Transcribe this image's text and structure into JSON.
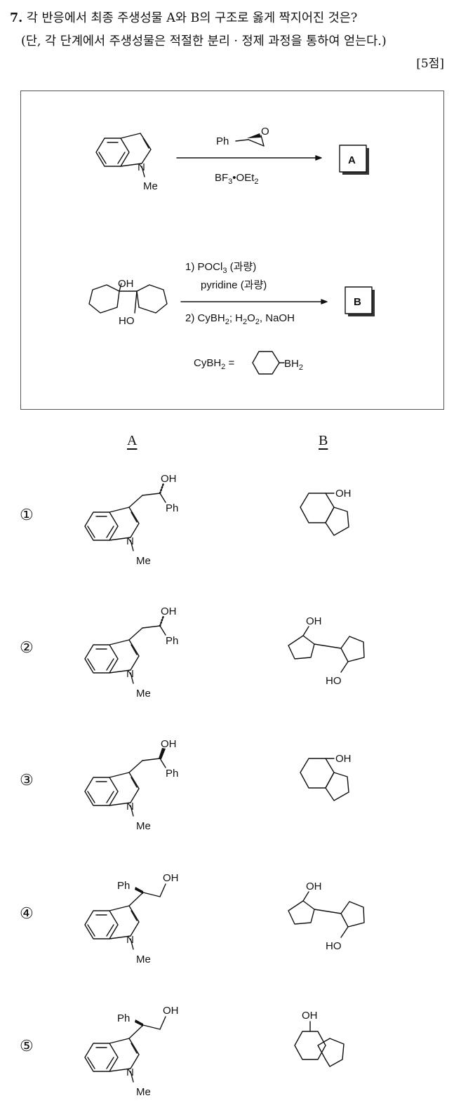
{
  "question": {
    "number": "7.",
    "line1": "각 반응에서 최종 주생성물 A와 B의 구조로 옳게 짝지어진 것은?",
    "line2": "(단, 각 단계에서 주생성물은 적절한 분리 · 정제 과정을 통하여 얻는다.)",
    "points": "[5점]"
  },
  "scheme": {
    "reaction1": {
      "substituent": "Me",
      "n_label": "N",
      "reagent_top": "Ph",
      "epoxide_o": "O",
      "reagent_bottom_main": "BF",
      "reagent_bottom_sub": "3",
      "reagent_bottom_rest": "•OEt",
      "reagent_bottom_sub2": "2",
      "product": "A"
    },
    "reaction2": {
      "oh_top": "OH",
      "oh_bottom": "HO",
      "step1_a": "1) POCl",
      "step1_sub": "3",
      "step1_b": " (과량)",
      "step1_line2": "pyridine (과량)",
      "step2_a": "2) CyBH",
      "step2_sub": "2",
      "step2_b": "; H",
      "step2_sub2": "2",
      "step2_c": "O",
      "step2_sub3": "2",
      "step2_d": ", NaOH",
      "product": "B",
      "cy_def_a": "CyBH",
      "cy_def_sub": "2",
      "cy_def_b": " =",
      "cy_def_bh": "BH",
      "cy_def_bh_sub": "2"
    }
  },
  "columns": {
    "a": "A",
    "b": "B"
  },
  "choices": [
    {
      "mark": "①",
      "a": {
        "oh": "OH",
        "ph": "Ph",
        "n": "N",
        "me": "Me"
      },
      "b": {
        "oh": "OH"
      }
    },
    {
      "mark": "②",
      "a": {
        "oh": "OH",
        "ph": "Ph",
        "n": "N",
        "me": "Me"
      },
      "b": {
        "oh": "OH",
        "ho": "HO"
      }
    },
    {
      "mark": "③",
      "a": {
        "oh": "OH",
        "ph": "Ph",
        "n": "N",
        "me": "Me"
      },
      "b": {
        "oh": "OH"
      }
    },
    {
      "mark": "④",
      "a": {
        "oh": "OH",
        "ph": "Ph",
        "n": "N",
        "me": "Me"
      },
      "b": {
        "oh": "OH",
        "ho": "HO"
      }
    },
    {
      "mark": "⑤",
      "a": {
        "oh": "OH",
        "ph": "Ph",
        "n": "N",
        "me": "Me"
      },
      "b": {
        "oh": "OH"
      }
    }
  ]
}
